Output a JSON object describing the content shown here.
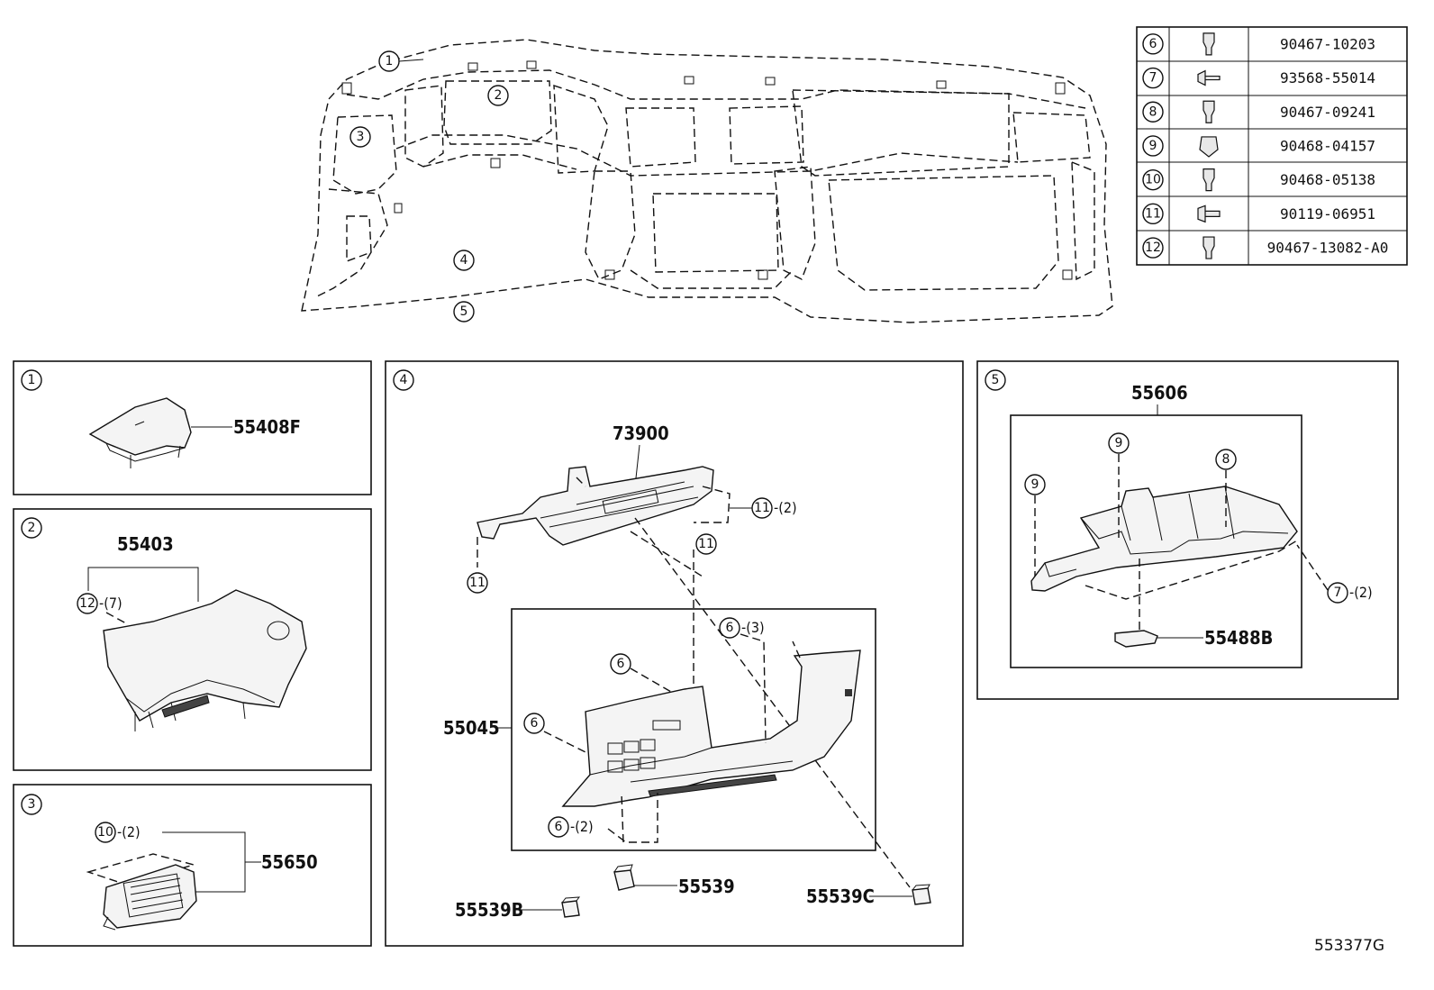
{
  "diagram_code": "553377G",
  "overview_callouts": [
    "1",
    "2",
    "3",
    "4",
    "5"
  ],
  "legend": [
    {
      "no": "6",
      "part": "90467-10203",
      "icon": "clip-icon"
    },
    {
      "no": "7",
      "part": "93568-55014",
      "icon": "screw-icon"
    },
    {
      "no": "8",
      "part": "90467-09241",
      "icon": "clip-icon"
    },
    {
      "no": "9",
      "part": "90468-04157",
      "icon": "clamp-icon"
    },
    {
      "no": "10",
      "part": "90468-05138",
      "icon": "clip-icon"
    },
    {
      "no": "11",
      "part": "90119-06951",
      "icon": "bolt-icon"
    },
    {
      "no": "12",
      "part": "90467-13082-A0",
      "icon": "clip-icon"
    }
  ],
  "panels": {
    "p1": {
      "no": "1",
      "parts": {
        "cover": "55408F"
      }
    },
    "p2": {
      "no": "2",
      "parts": {
        "cluster_panel": "55403"
      },
      "fasteners": [
        {
          "no": "12",
          "qty": "-(7)"
        }
      ]
    },
    "p3": {
      "no": "3",
      "parts": {
        "vent": "55650"
      },
      "fasteners": [
        {
          "no": "10",
          "qty": "-(2)"
        }
      ]
    },
    "p4": {
      "no": "4",
      "parts": {
        "reinforcement": "73900",
        "lower_panel": "55045",
        "switch_a": "55539",
        "switch_b": "55539B",
        "switch_c": "55539C"
      },
      "fasteners": [
        {
          "no": "11",
          "qty": "-(2)"
        },
        {
          "no": "11",
          "qty": ""
        },
        {
          "no": "11",
          "qty": ""
        },
        {
          "no": "6",
          "qty": "-(3)"
        },
        {
          "no": "6",
          "qty": ""
        },
        {
          "no": "6",
          "qty": ""
        },
        {
          "no": "6",
          "qty": "-(2)"
        }
      ]
    },
    "p5": {
      "no": "5",
      "parts": {
        "undercover_assy": "55606",
        "lid": "55488B"
      },
      "fasteners": [
        {
          "no": "9",
          "qty": ""
        },
        {
          "no": "9",
          "qty": ""
        },
        {
          "no": "8",
          "qty": ""
        },
        {
          "no": "7",
          "qty": "-(2)"
        }
      ]
    }
  }
}
